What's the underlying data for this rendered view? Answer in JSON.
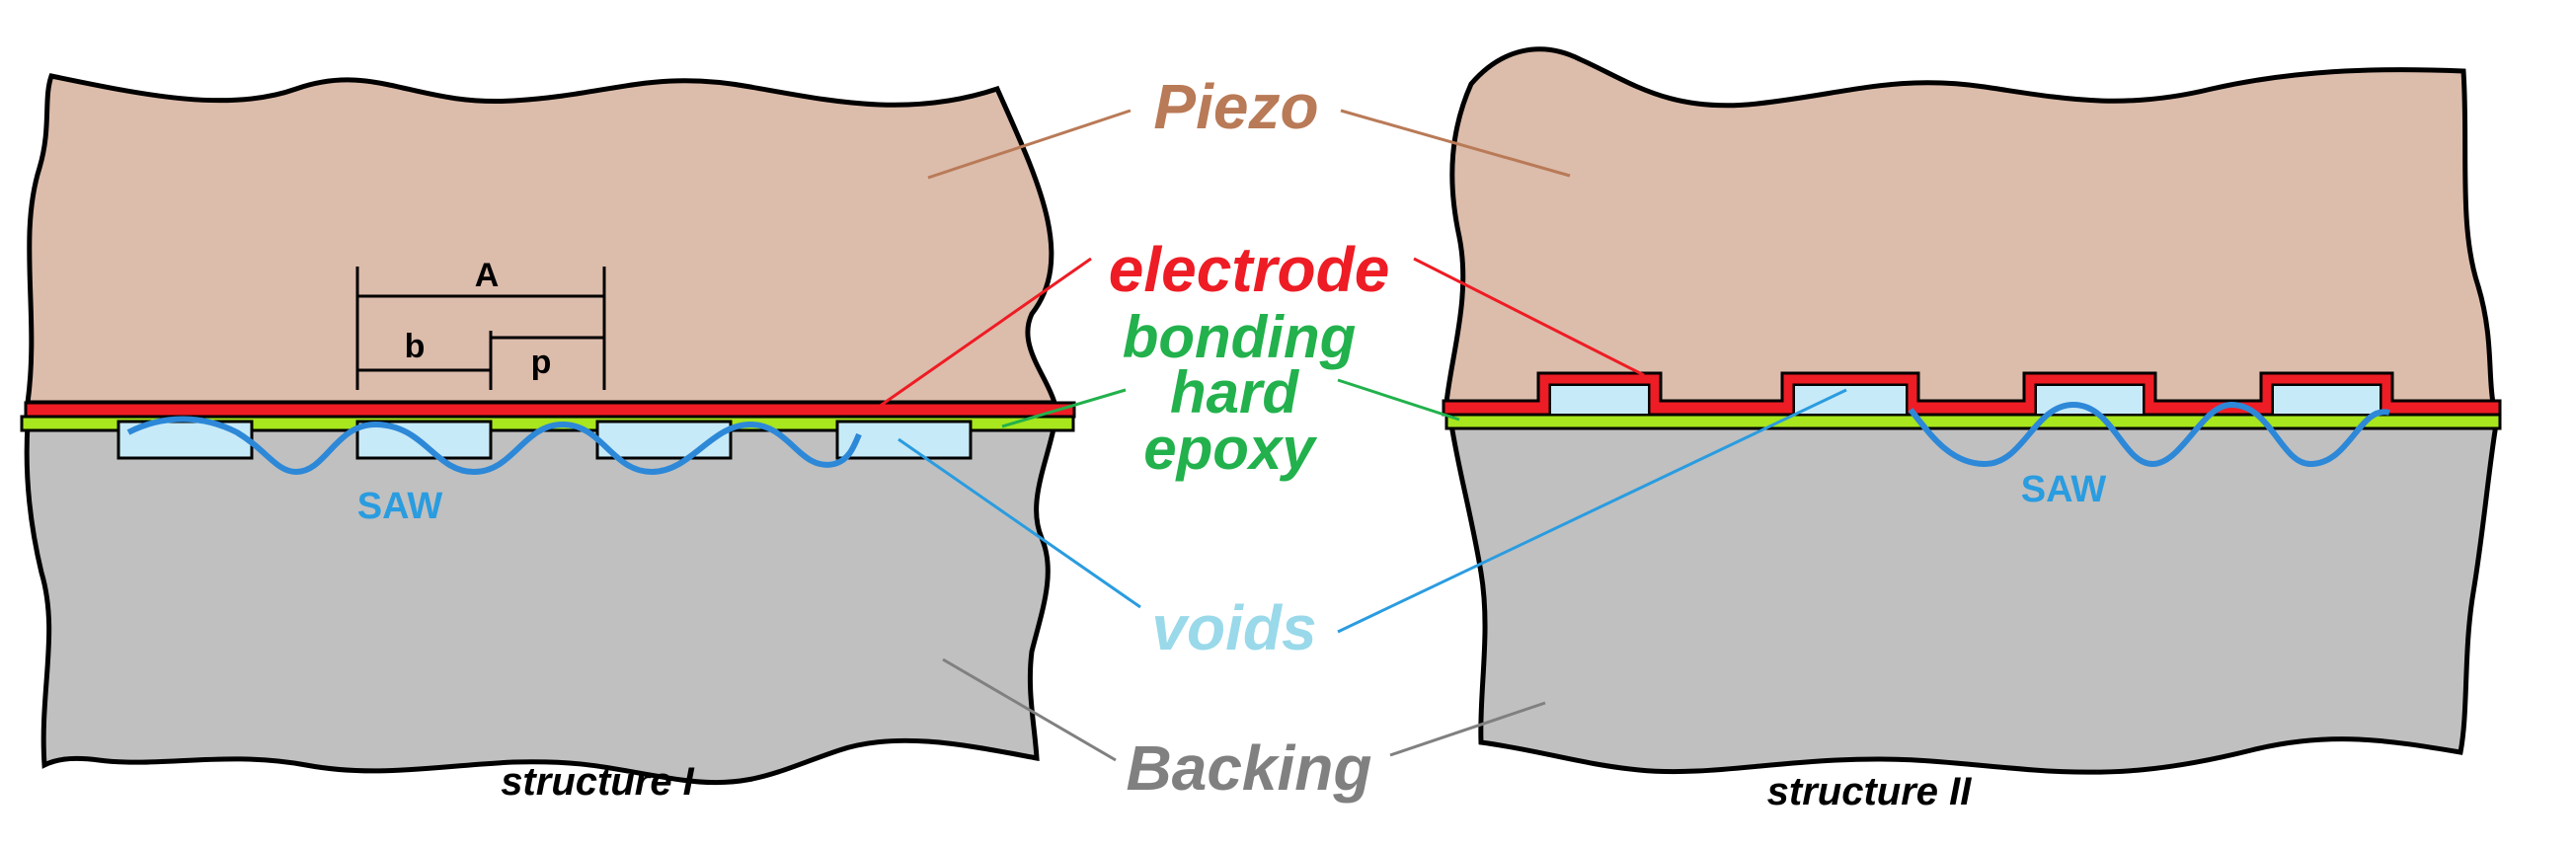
{
  "labels": {
    "piezo": "Piezo",
    "electrode": "electrode",
    "bonding": "bonding",
    "hard": "hard",
    "epoxy": "epoxy",
    "voids": "voids",
    "backing": "Backing",
    "saw_left": "SAW",
    "saw_right": "SAW",
    "dim_a": "A",
    "dim_b": "b",
    "dim_p": "p",
    "structure_1": "structure I",
    "structure_2": "structure II"
  },
  "colors": {
    "piezo": "#dcbcab",
    "backing": "#c0c0c0",
    "electrode": "#ee1c24",
    "bonding": "#a8e61d",
    "void": "#c7eaf8",
    "saw_wave": "#2d88d8",
    "piezo_text": "#b97a57",
    "electrode_text": "#ee1c24",
    "bonding_text": "#22b14c",
    "voids_text": "#99d9ea",
    "backing_text": "#808080",
    "saw_text": "#2a9ce0"
  }
}
